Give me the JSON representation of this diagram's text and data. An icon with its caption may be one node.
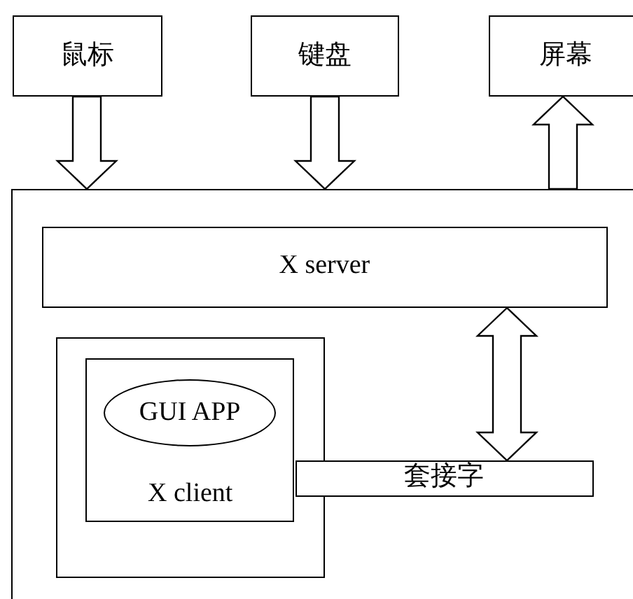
{
  "diagram": {
    "nodes": [
      {
        "text": [
          "鼠标"
        ]
      },
      {
        "text": [
          "键盘"
        ]
      },
      {
        "text": [
          "屏幕"
        ]
      },
      {
        "text": [],
        "shape": "box"
      },
      {
        "text": [
          "X server"
        ],
        "in": 3
      },
      {
        "text": [],
        "shape": "box",
        "in": 3
      },
      {
        "text": [
          "X client"
        ],
        "in": 5
      },
      {
        "text": [
          "GUI APP"
        ],
        "in": 6
      },
      {
        "text": [
          "套接字"
        ],
        "in": 3
      }
    ],
    "edges": [
      {
        "from": 0,
        "to": 3,
        "arrow": "to"
      },
      {
        "from": 1,
        "to": 3,
        "arrow": "to"
      },
      {
        "from": 3,
        "to": 2,
        "arrow": "to"
      },
      {
        "from": 4,
        "to": 8,
        "arrow": "both"
      }
    ]
  }
}
